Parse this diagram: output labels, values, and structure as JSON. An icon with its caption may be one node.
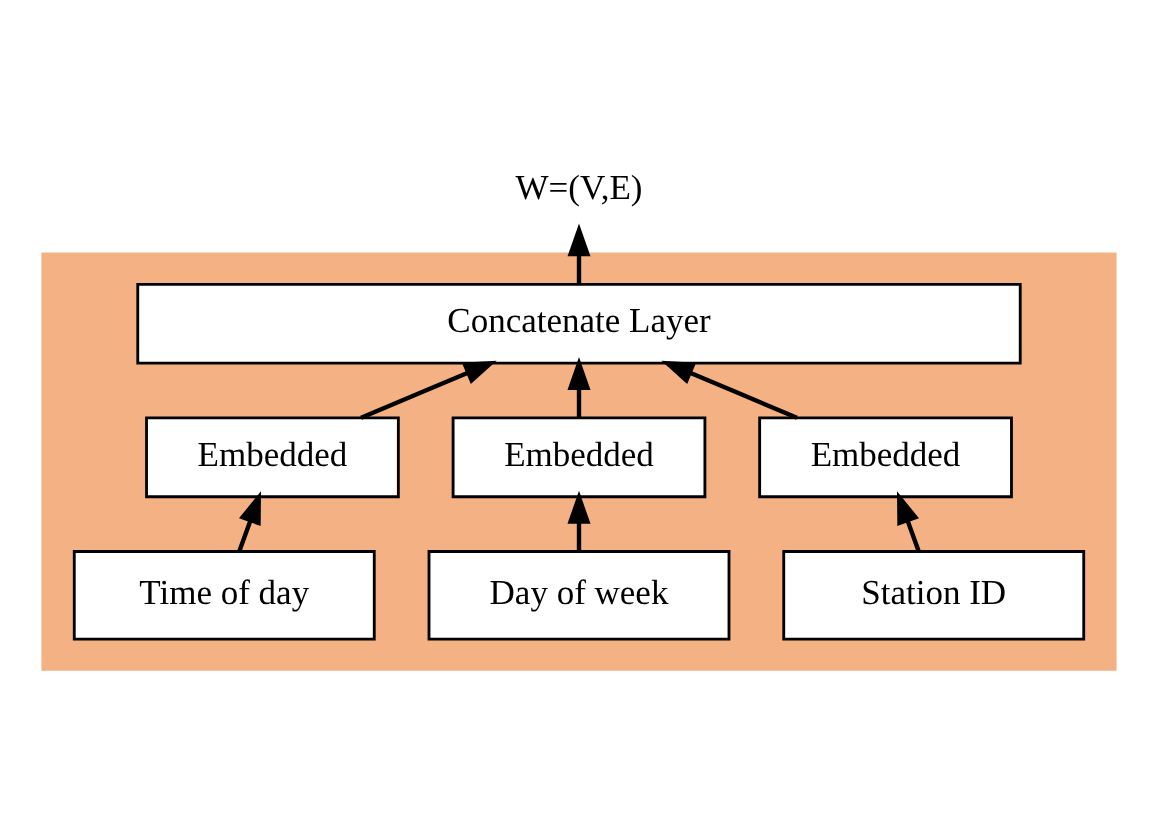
{
  "diagram": {
    "nodes": [
      {
        "text": [],
        "shape": "box"
      },
      {
        "text": [
          "Concatenate Layer"
        ],
        "in": 0
      },
      {
        "text": [
          "Embedded"
        ],
        "in": 0
      },
      {
        "text": [
          "Embedded"
        ],
        "in": 0
      },
      {
        "text": [
          "Embedded"
        ],
        "in": 0
      },
      {
        "text": [
          "Time of day"
        ],
        "in": 0
      },
      {
        "text": [
          "Day of week"
        ],
        "in": 0
      },
      {
        "text": [
          "Station ID"
        ],
        "in": 0
      },
      {
        "text": [
          "W=(V,E)"
        ]
      }
    ],
    "edges": [
      {
        "from": 5,
        "to": 2,
        "arrow": "to"
      },
      {
        "from": 6,
        "to": 3,
        "arrow": "to"
      },
      {
        "from": 7,
        "to": 4,
        "arrow": "to"
      },
      {
        "from": 2,
        "to": 1,
        "arrow": "to"
      },
      {
        "from": 3,
        "to": 1,
        "arrow": "to"
      },
      {
        "from": 4,
        "to": 1,
        "arrow": "to"
      },
      {
        "from": 1,
        "to": 8,
        "arrow": "to"
      }
    ]
  }
}
